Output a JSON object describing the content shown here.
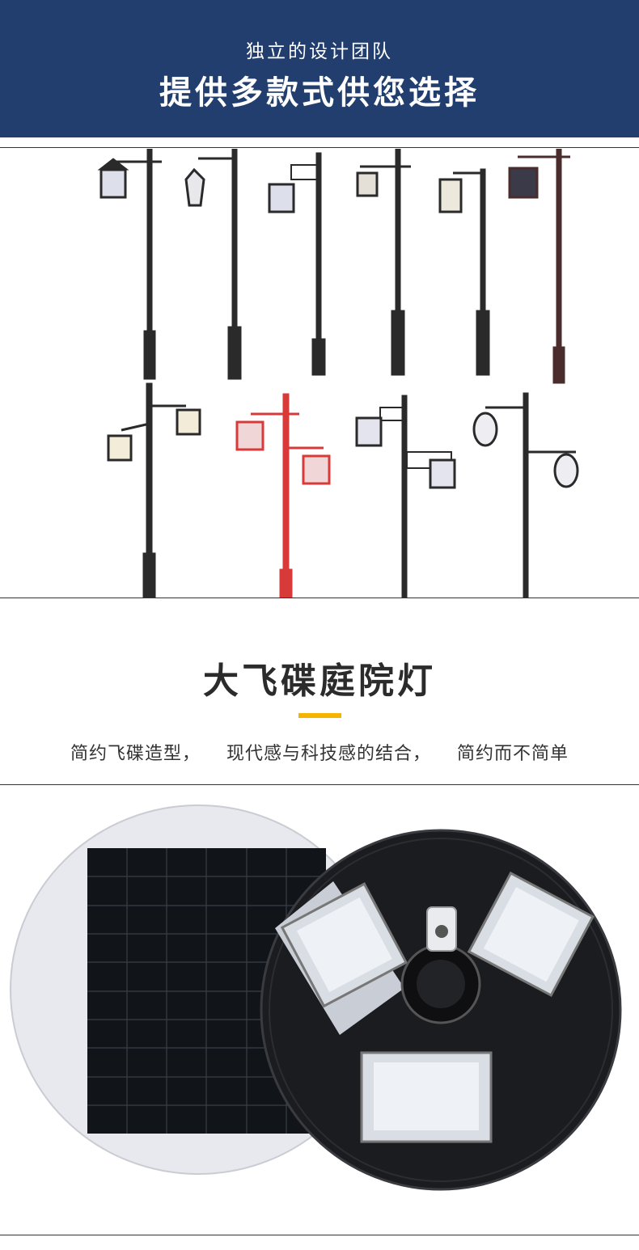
{
  "banner": {
    "subtitle": "独立的设计团队",
    "title": "提供多款式供您选择",
    "bg_color": "#213e6e"
  },
  "lamp_catalog": {
    "row1_count": 6,
    "row2_count": 4,
    "accent_pole_color": "#d83a3a"
  },
  "section": {
    "title": "大飞碟庭院灯",
    "accent_color": "#f4b400",
    "features": [
      "简约飞碟造型，",
      "现代感与科技感的结合，",
      "简约而不简单"
    ]
  },
  "product": {
    "items": [
      "solar-panel",
      "ufo-lamp-head"
    ]
  }
}
